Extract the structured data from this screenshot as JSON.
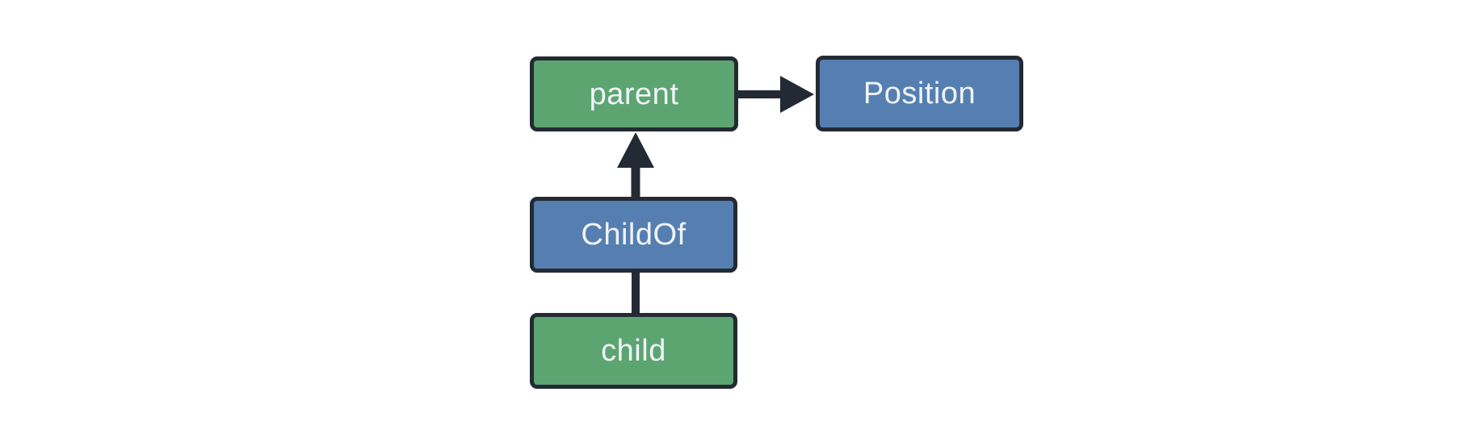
{
  "diagram": {
    "background_color": "#ffffff",
    "ink_color": "#242a33",
    "text_color": "#f1f3f8",
    "node_fill_colors": {
      "green": "#5ca571",
      "blue": "#557fb0"
    },
    "nodes": {
      "parent": {
        "label": "parent",
        "fill": "green"
      },
      "position": {
        "label": "Position",
        "fill": "blue"
      },
      "childof": {
        "label": "ChildOf",
        "fill": "blue"
      },
      "child": {
        "label": "child",
        "fill": "green"
      }
    },
    "edges": [
      {
        "from": "parent",
        "to": "Position",
        "style": "arrow",
        "direction": "right"
      },
      {
        "from": "ChildOf",
        "to": "parent",
        "style": "arrow",
        "direction": "up"
      },
      {
        "from": "child",
        "to": "ChildOf",
        "style": "plain-line",
        "direction": "up"
      }
    ]
  }
}
